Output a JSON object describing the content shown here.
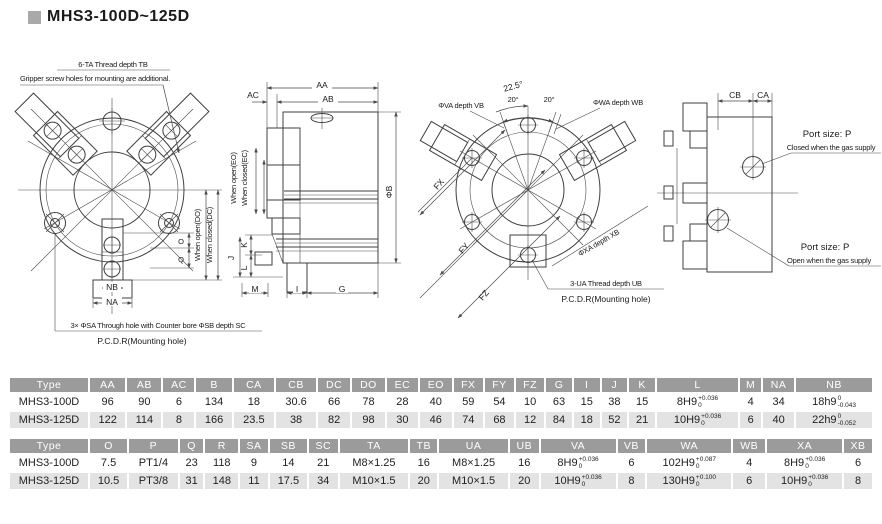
{
  "title": "MHS3-100D~125D",
  "colors": {
    "header_bg": "#9b9b9b",
    "row_alt_bg": "#e3e3e3",
    "line": "#3f3f3f",
    "bullet": "#a9a9a9"
  },
  "drawings": {
    "front_view": {
      "thread_callout_1": "6-TA Thread depth TB",
      "thread_callout_2": "Gripper screw holes for mounting are additional.",
      "nb": "NB",
      "na": "NA",
      "when_open": "When open(DO)",
      "when_closed": "When closed(DC)",
      "o": "O",
      "q": "Q",
      "hole_callout": "3× ΦSA Through hole with Counter bore ΦSB depth SC",
      "pcd_callout": "P.C.D.R(Mounting hole)"
    },
    "side_view": {
      "aa": "AA",
      "ab": "AB",
      "ac": "AC",
      "phib": "ΦB",
      "when_open": "When open(EO)",
      "when_closed": "When closed(EC)",
      "j": "J",
      "k": "K",
      "l": "L",
      "m": "M",
      "i": "I",
      "g": "G"
    },
    "rear_view": {
      "angle_a": "22.5°",
      "angle_b": "20°",
      "angle_c": "20°",
      "va": "ΦVA depth VB",
      "wa": "ΦWA depth WB",
      "fx": "FX",
      "fy": "FY",
      "fz": "FZ",
      "xa": "ΦXA depth XB",
      "ua": "3-UA Thread depth UB",
      "pcd": "P.C.D.R(Mounting hole)"
    },
    "port_view": {
      "cb": "CB",
      "ca": "CA",
      "port_top": "Port size: P",
      "port_top_sub": "Closed when the gas supply",
      "port_bottom": "Port size: P",
      "port_bottom_sub": "Open when the gas supply"
    }
  },
  "table1": {
    "headers": [
      "Type",
      "AA",
      "AB",
      "AC",
      "B",
      "CA",
      "CB",
      "DC",
      "DO",
      "EC",
      "EO",
      "FX",
      "FY",
      "FZ",
      "G",
      "I",
      "J",
      "K",
      "L",
      "M",
      "NA",
      "NB"
    ],
    "rows": [
      [
        "MHS3-100D",
        "96",
        "90",
        "6",
        "134",
        "18",
        "30.6",
        "66",
        "78",
        "28",
        "40",
        "59",
        "54",
        "10",
        "63",
        "15",
        "38",
        "15",
        {
          "t": "8H9",
          "sup": "+0.036",
          "sub": "0"
        },
        "4",
        "34",
        {
          "t": "18h9",
          "sup": "0",
          "sub": "-0.043"
        }
      ],
      [
        "MHS3-125D",
        "122",
        "114",
        "8",
        "166",
        "23.5",
        "38",
        "82",
        "98",
        "30",
        "46",
        "74",
        "68",
        "12",
        "84",
        "18",
        "52",
        "21",
        {
          "t": "10H9",
          "sup": "+0.036",
          "sub": "0"
        },
        "6",
        "40",
        {
          "t": "22h9",
          "sup": "0",
          "sub": "-0.052"
        }
      ]
    ]
  },
  "table2": {
    "headers": [
      "Type",
      "O",
      "P",
      "Q",
      "R",
      "SA",
      "SB",
      "SC",
      "TA",
      "TB",
      "UA",
      "UB",
      "VA",
      "VB",
      "WA",
      "WB",
      "XA",
      "XB"
    ],
    "rows": [
      [
        "MHS3-100D",
        "7.5",
        "PT1/4",
        "23",
        "118",
        "9",
        "14",
        "21",
        "M8×1.25",
        "16",
        "M8×1.25",
        "16",
        {
          "t": "8H9",
          "sup": "+0.036",
          "sub": "0"
        },
        "6",
        {
          "t": "102H9",
          "sup": "+0.087",
          "sub": "0"
        },
        "4",
        {
          "t": "8H9",
          "sup": "+0.036",
          "sub": "0"
        },
        "6"
      ],
      [
        "MHS3-125D",
        "10.5",
        "PT3/8",
        "31",
        "148",
        "11",
        "17.5",
        "34",
        "M10×1.5",
        "20",
        "M10×1.5",
        "20",
        {
          "t": "10H9",
          "sup": "+0.036",
          "sub": "0"
        },
        "8",
        {
          "t": "130H9",
          "sup": "+0.100",
          "sub": "0"
        },
        "6",
        {
          "t": "10H9",
          "sup": "+0.036",
          "sub": "0"
        },
        "8"
      ]
    ]
  }
}
